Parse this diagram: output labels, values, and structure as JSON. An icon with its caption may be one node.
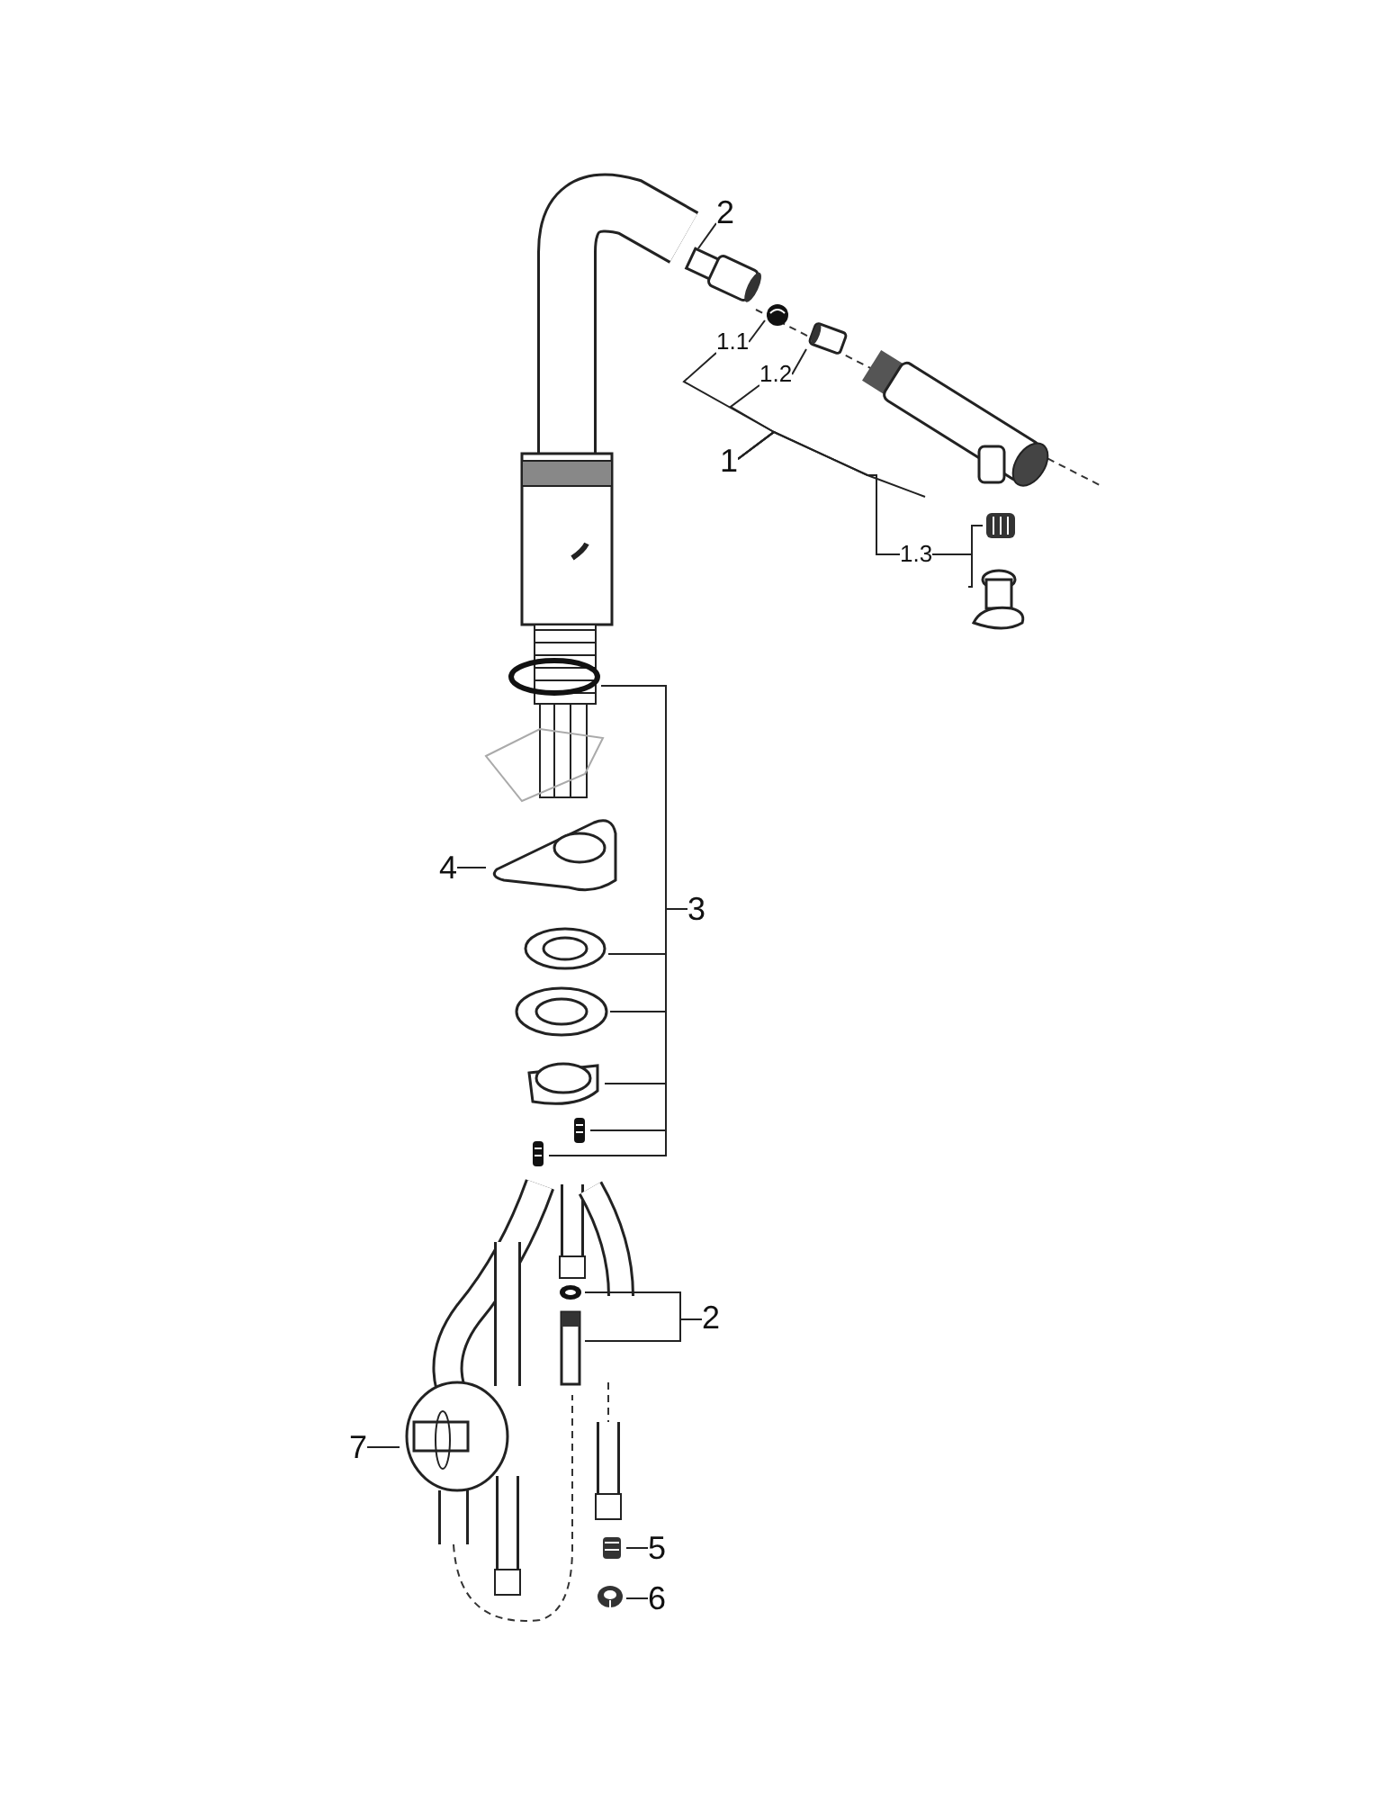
{
  "diagram": {
    "nodes": [
      {
        "text": [
          "2"
        ]
      },
      {
        "text": [],
        "shape": "picture"
      },
      {
        "text": [
          "1.1"
        ]
      },
      {
        "text": [],
        "shape": "picture"
      },
      {
        "text": [
          "1.2"
        ]
      },
      {
        "text": [],
        "shape": "picture"
      },
      {
        "text": [
          "1"
        ]
      },
      {
        "text": [],
        "shape": "picture"
      },
      {
        "text": [
          "1.3"
        ]
      },
      {
        "text": [],
        "shape": "picture"
      },
      {
        "text": [],
        "shape": "picture"
      },
      {
        "text": [
          "3"
        ]
      },
      {
        "text": [],
        "shape": "picture"
      },
      {
        "text": [],
        "shape": "picture"
      },
      {
        "text": [],
        "shape": "picture"
      },
      {
        "text": [],
        "shape": "picture"
      },
      {
        "text": [],
        "shape": "picture"
      },
      {
        "text": [],
        "shape": "picture"
      },
      {
        "text": [
          "4"
        ]
      },
      {
        "text": [],
        "shape": "picture"
      },
      {
        "text": [
          "2"
        ]
      },
      {
        "text": [],
        "shape": "picture"
      },
      {
        "text": [],
        "shape": "picture"
      },
      {
        "text": [
          "7"
        ]
      },
      {
        "text": [],
        "shape": "picture"
      },
      {
        "text": [
          "5"
        ]
      },
      {
        "text": [],
        "shape": "picture"
      },
      {
        "text": [
          "6"
        ]
      },
      {
        "text": [],
        "shape": "picture"
      }
    ],
    "edges": [
      {
        "from": 0,
        "to": 1,
        "arrow": "none"
      },
      {
        "from": 2,
        "to": 3,
        "arrow": "none"
      },
      {
        "from": 4,
        "to": 5,
        "arrow": "none"
      },
      {
        "from": 6,
        "to": 2,
        "arrow": "none"
      },
      {
        "from": 6,
        "to": 4,
        "arrow": "none"
      },
      {
        "from": 6,
        "to": 7,
        "arrow": "none"
      },
      {
        "from": 6,
        "to": 8,
        "arrow": "none"
      },
      {
        "from": 8,
        "to": 9,
        "arrow": "none"
      },
      {
        "from": 8,
        "to": 10,
        "arrow": "none"
      },
      {
        "from": 11,
        "to": 12,
        "arrow": "none"
      },
      {
        "from": 11,
        "to": 13,
        "arrow": "none"
      },
      {
        "from": 11,
        "to": 14,
        "arrow": "none"
      },
      {
        "from": 11,
        "to": 15,
        "arrow": "none"
      },
      {
        "from": 11,
        "to": 16,
        "arrow": "none"
      },
      {
        "from": 11,
        "to": 17,
        "arrow": "none"
      },
      {
        "from": 18,
        "to": 19,
        "arrow": "none"
      },
      {
        "from": 20,
        "to": 21,
        "arrow": "none"
      },
      {
        "from": 20,
        "to": 22,
        "arrow": "none"
      },
      {
        "from": 23,
        "to": 24,
        "arrow": "none"
      },
      {
        "from": 25,
        "to": 26,
        "arrow": "none"
      },
      {
        "from": 27,
        "to": 28,
        "arrow": "none"
      }
    ]
  }
}
